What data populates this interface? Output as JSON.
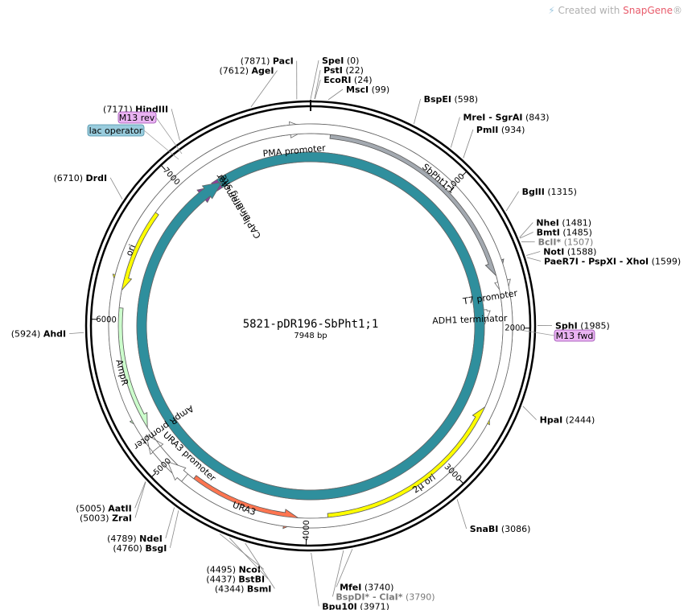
{
  "watermark": {
    "prefix": "Created with ",
    "brand": "SnapGene",
    "suffix": "®"
  },
  "plasmid": {
    "name": "5821-pDR196-SbPht1;1",
    "length_text": "7948 bp",
    "length": 7948
  },
  "sites": [
    {
      "name": "SpeI",
      "pos": 0,
      "label": "(0)"
    },
    {
      "name": "PstI",
      "pos": 22,
      "label": "(22)"
    },
    {
      "name": "EcoRI",
      "pos": 24,
      "label": "(24)"
    },
    {
      "name": "MscI",
      "pos": 99,
      "label": "(99)"
    },
    {
      "name": "BspEI",
      "pos": 598,
      "label": "(598)"
    },
    {
      "name": "MreI - SgrAI",
      "pos": 843,
      "label": "(843)"
    },
    {
      "name": "PmlI",
      "pos": 934,
      "label": "(934)"
    },
    {
      "name": "BglII",
      "pos": 1315,
      "label": "(1315)"
    },
    {
      "name": "NheI",
      "pos": 1481,
      "label": "(1481)"
    },
    {
      "name": "BmtI",
      "pos": 1485,
      "label": "(1485)"
    },
    {
      "name": "BclI*",
      "pos": 1507,
      "label": "(1507)",
      "dim": true
    },
    {
      "name": "NotI",
      "pos": 1588,
      "label": "(1588)"
    },
    {
      "name": "PaeR7I - PspXI - XhoI",
      "pos": 1599,
      "label": "(1599)"
    },
    {
      "name": "SphI",
      "pos": 1985,
      "label": "(1985)"
    },
    {
      "name": "HpaI",
      "pos": 2444,
      "label": "(2444)"
    },
    {
      "name": "SnaBI",
      "pos": 3086,
      "label": "(3086)"
    },
    {
      "name": "MfeI",
      "pos": 3740,
      "label": "(3740)"
    },
    {
      "name": "BspDI* - ClaI*",
      "pos": 3790,
      "label": "(3790)",
      "dim": true
    },
    {
      "name": "Bpu10I",
      "pos": 3971,
      "label": "(3971)"
    },
    {
      "name": "BsmI",
      "pos": 4344,
      "label": "(4344)"
    },
    {
      "name": "BstBI",
      "pos": 4437,
      "label": "(4437)"
    },
    {
      "name": "NcoI",
      "pos": 4495,
      "label": "(4495)"
    },
    {
      "name": "BsgI",
      "pos": 4760,
      "label": "(4760)"
    },
    {
      "name": "NdeI",
      "pos": 4789,
      "label": "(4789)"
    },
    {
      "name": "ZraI",
      "pos": 5003,
      "label": "(5003)"
    },
    {
      "name": "AatII",
      "pos": 5005,
      "label": "(5005)"
    },
    {
      "name": "AhdI",
      "pos": 5924,
      "label": "(5924)"
    },
    {
      "name": "DrdI",
      "pos": 6710,
      "label": "(6710)"
    },
    {
      "name": "HindIII",
      "pos": 7171,
      "label": "(7171)"
    },
    {
      "name": "AgeI",
      "pos": 7612,
      "label": "(7612)"
    },
    {
      "name": "PacI",
      "pos": 7871,
      "label": "(7871)"
    }
  ],
  "ticks": [
    {
      "pos": 1000,
      "label": "1000"
    },
    {
      "pos": 2000,
      "label": "2000"
    },
    {
      "pos": 3000,
      "label": "3000"
    },
    {
      "pos": 4000,
      "label": "4000"
    },
    {
      "pos": 5000,
      "label": "5000"
    },
    {
      "pos": 6000,
      "label": "6000"
    },
    {
      "pos": 7000,
      "label": "7000"
    }
  ],
  "features": [
    {
      "name": "SbPht1;1",
      "start": 130,
      "end": 1680,
      "color": "#a3a9b0",
      "direction": 1
    },
    {
      "name": "2μ ori",
      "start": 2510,
      "end": 3860,
      "color": "#ffff00",
      "direction": -1
    },
    {
      "name": "URA3",
      "start": 4030,
      "end": 4800,
      "color": "#ff7550",
      "direction": -1
    },
    {
      "name": "AmpR",
      "start": 5230,
      "end": 6080,
      "color": "#ccffcc",
      "direction": -1
    },
    {
      "name": "ori",
      "start": 6170,
      "end": 6760,
      "color": "#ffff00",
      "direction": -1
    }
  ],
  "small_features": [
    {
      "name": "PMA promoter",
      "start": 7740,
      "end": 7930,
      "color": "#ffffff"
    },
    {
      "name": "T7 promoter",
      "start": 1770,
      "end": 1810,
      "color": "#ffffff"
    },
    {
      "name": "ADH1 terminator",
      "start": 1870,
      "end": 2010,
      "color": "#ffffff"
    },
    {
      "name": "AmpR promoter",
      "start": 5110,
      "end": 5220,
      "color": "#ffffff"
    },
    {
      "name": "URA3 promoter",
      "start": 4850,
      "end": 5000,
      "color": "#ffffff"
    },
    {
      "name": "lac promoter",
      "start": 7180,
      "end": 7200,
      "color": "#8b3fa0"
    },
    {
      "name": "CAP binding site",
      "start": 7228,
      "end": 7248,
      "color": "#2f8f9d"
    }
  ],
  "primers": [
    {
      "name": "M13 rev",
      "color": "#e9b3f2"
    },
    {
      "name": "M13 fwd",
      "color": "#e9b3f2"
    }
  ],
  "annotation": {
    "name": "lac operator",
    "color": "#99ccdd"
  }
}
